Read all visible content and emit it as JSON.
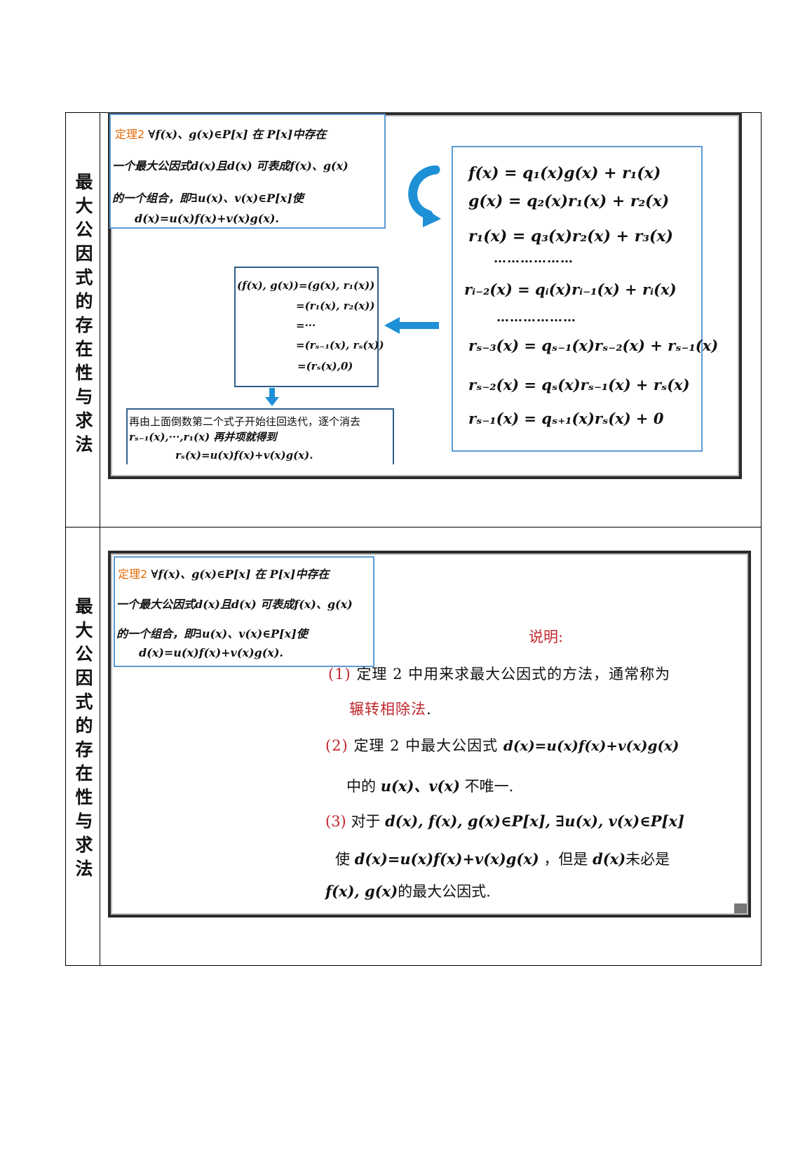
{
  "rows": [
    {
      "label": "最大公因式的存在性与求法"
    },
    {
      "label": "最大公因式的存在性与求法"
    }
  ],
  "theorem": {
    "title": "定理2",
    "line1": "∀f(x)、g(x)∈P[x]  在 P[x]中存在",
    "line2": "一个最大公因式d(x)且d(x) 可表成f(x)、g(x)",
    "line3": "的一个组合，即∃u(x)、v(x)∈P[x]使",
    "line4": "d(x)=u(x)f(x)+v(x)g(x)."
  },
  "division": {
    "eq1": "f(x) = q₁(x)g(x) + r₁(x)",
    "eq2": "g(x) = q₂(x)r₁(x) + r₂(x)",
    "eq3": "r₁(x) = q₃(x)r₂(x) + r₃(x)",
    "dots1": "………………",
    "eq4": "rᵢ₋₂(x) = qᵢ(x)rᵢ₋₁(x) + rᵢ(x)",
    "dots2": "………………",
    "eq5": "rₛ₋₃(x) = qₛ₋₁(x)rₛ₋₂(x) + rₛ₋₁(x)",
    "eq6": "rₛ₋₂(x) = qₛ(x)rₛ₋₁(x) + rₛ(x)",
    "eq7": "rₛ₋₁(x) = qₛ₊₁(x)rₛ(x) + 0"
  },
  "gcd_chain": {
    "l1": "(f(x), g(x))=(g(x), r₁(x))",
    "l2": "=(r₁(x), r₂(x))",
    "l3": "=···",
    "l4": "=(rₛ₋₁(x), rₛ(x))",
    "l5": "=(rₛ(x),0)"
  },
  "back_sub": {
    "l1": "再由上面倒数第二个式子开始往回迭代，逐个消去",
    "l2": "rₛ₋₁(x),···,r₁(x) 再并项就得到",
    "l3": "rₛ(x)=u(x)f(x)+v(x)g(x)."
  },
  "notes": {
    "heading": "说明:",
    "n1_num": "(1)",
    "n1_text": "定理 2 中用来求最大公因式的方法，通常称为",
    "n1_red": "辗转相除法",
    "n1_end": ".",
    "n2_num": "(2)",
    "n2_text": "定理 2 中最大公因式",
    "n2_formula": "d(x)=u(x)f(x)+v(x)g(x)",
    "n2_line2a": "中的",
    "n2_line2f": "u(x)、v(x)",
    "n2_line2b": "不唯一.",
    "n3_num": "(3)",
    "n3_text": "对于",
    "n3_formula": "d(x), f(x), g(x)∈P[x],  ∃u(x), v(x)∈P[x]",
    "n3_l2a": "使",
    "n3_l2f": "d(x)=u(x)f(x)+v(x)g(x)",
    "n3_l2b": "，但是",
    "n3_l2c": "d(x)",
    "n3_l2d": "未必是",
    "n3_l3f": "f(x), g(x)",
    "n3_l3b": "的最大公因式."
  }
}
